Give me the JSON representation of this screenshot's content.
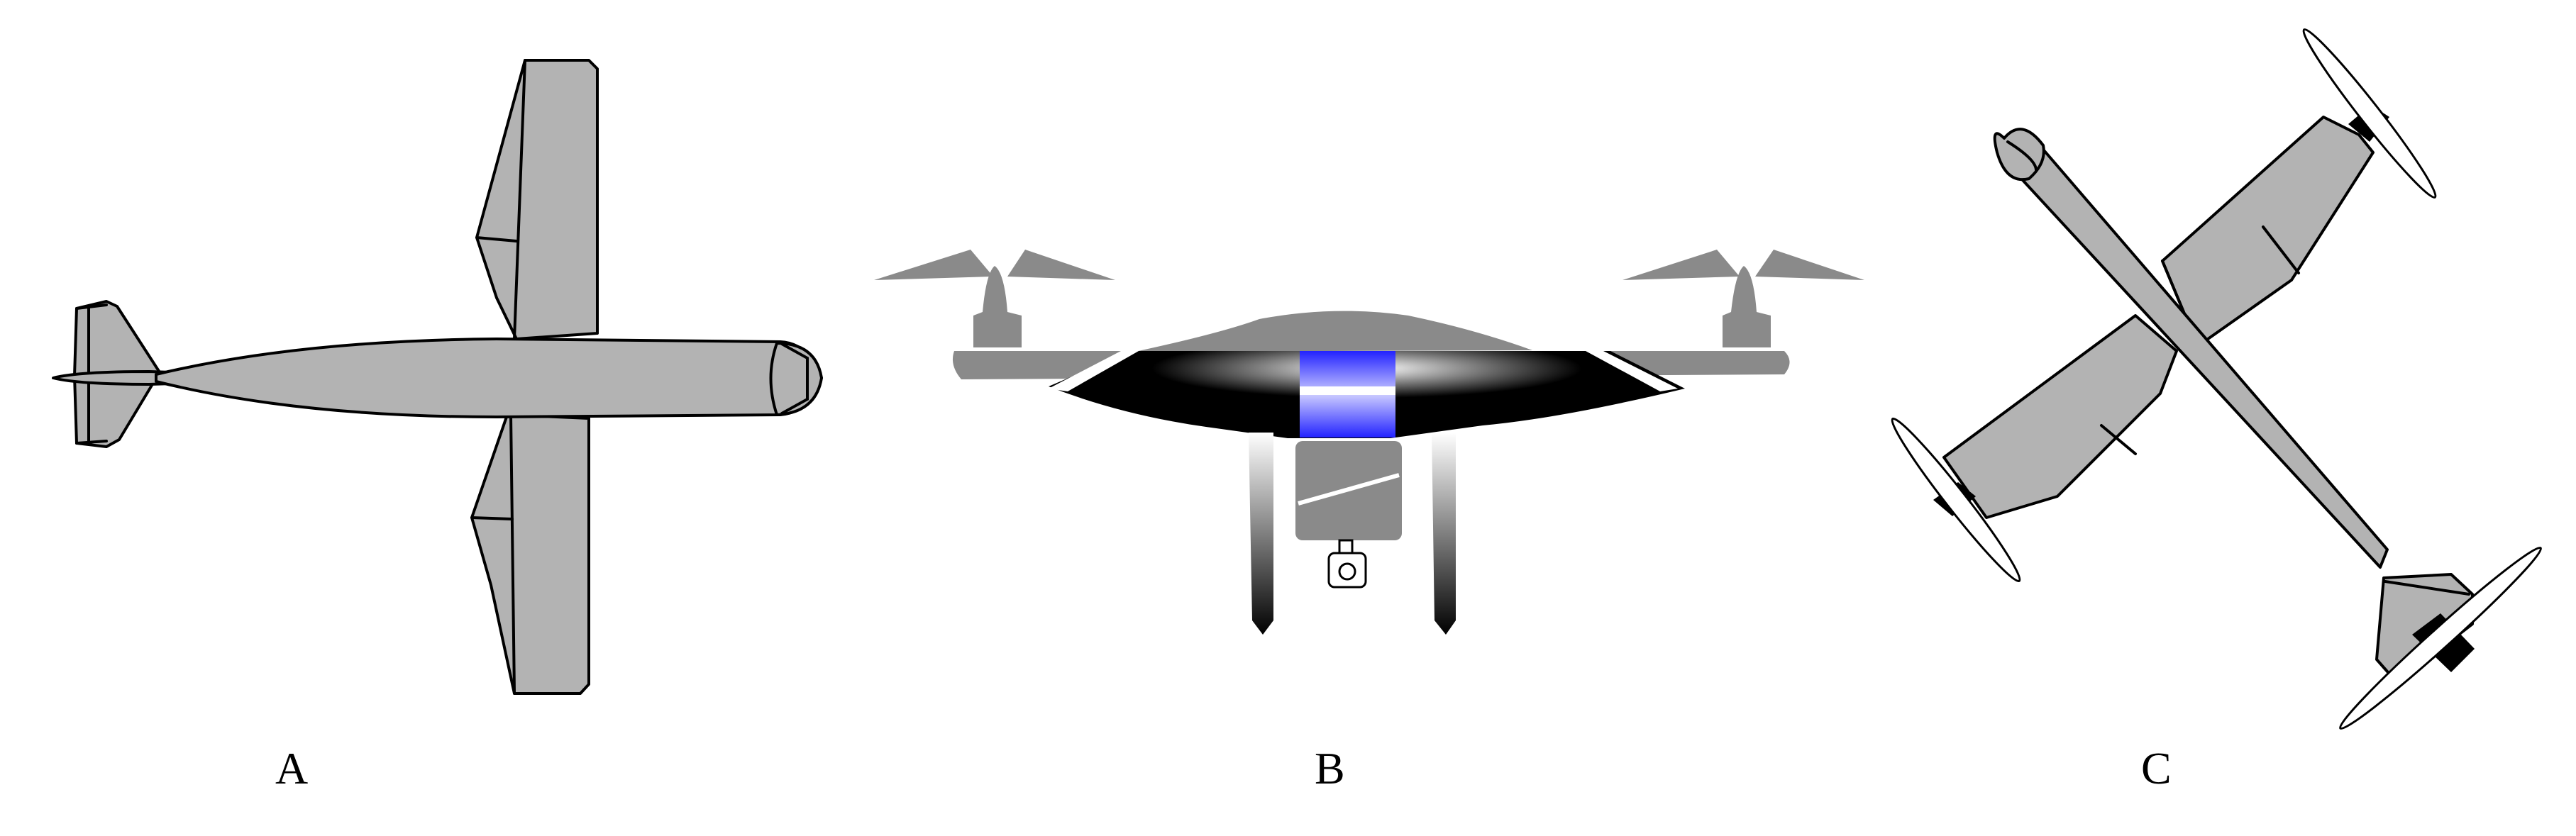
{
  "figure": {
    "panels": [
      {
        "id": "A",
        "label": "A"
      },
      {
        "id": "B",
        "label": "B"
      },
      {
        "id": "C",
        "label": "C"
      }
    ],
    "colors": {
      "airframe": "#b3b3b3",
      "drone_body": "#8a8a8a",
      "drone_dark": "#000000",
      "drone_accent": "#3a3aff",
      "outline": "#000000"
    }
  }
}
